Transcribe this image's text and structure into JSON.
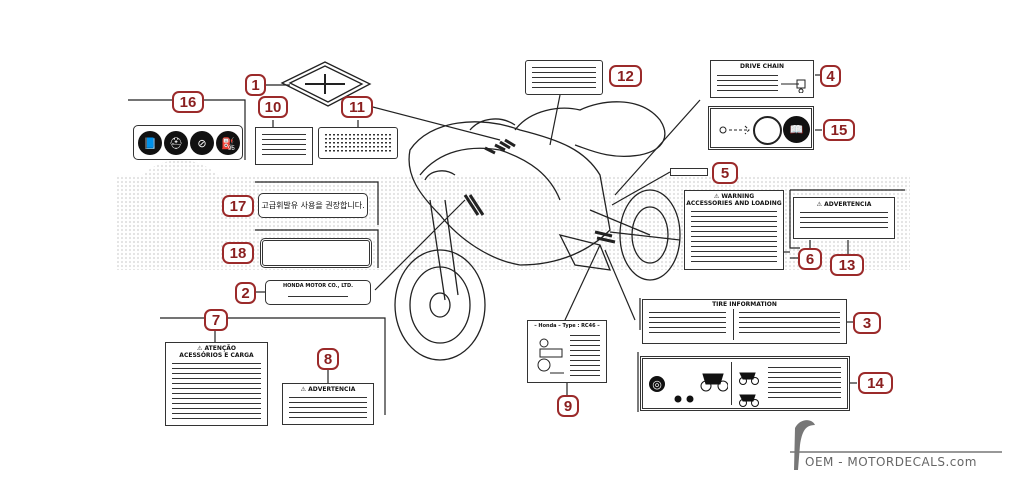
{
  "callouts": [
    "1",
    "2",
    "3",
    "4",
    "5",
    "6",
    "7",
    "8",
    "9",
    "10",
    "11",
    "12",
    "13",
    "14",
    "15",
    "16",
    "17",
    "18"
  ],
  "labels": {
    "drive_chain": "DRIVE CHAIN",
    "warning": "⚠ WARNING",
    "accessories_loading": "ACCESSORIES AND LOADING",
    "advertencia_13": "⚠ ADVERTENCIA",
    "advertencia_8": "⚠ ADVERTENCIA",
    "atencao": "⚠ ATENÇÃO",
    "acessorios_carga": "ACESSÓRIOS E CARGA",
    "tire_information": "TIRE INFORMATION",
    "honda_type": "– Honda – Type : RC46 –",
    "honda_motor": "HONDA MOTOR CO., LTD.",
    "korean_notice": "고급휘발유 사용을 권장합니다.",
    "fuel_95": "95"
  },
  "watermark": "OEM - MOTORDECALS.com",
  "colors": {
    "callout_border": "#9b2a2a",
    "callout_text": "#8a1f1f",
    "line": "#333333"
  }
}
